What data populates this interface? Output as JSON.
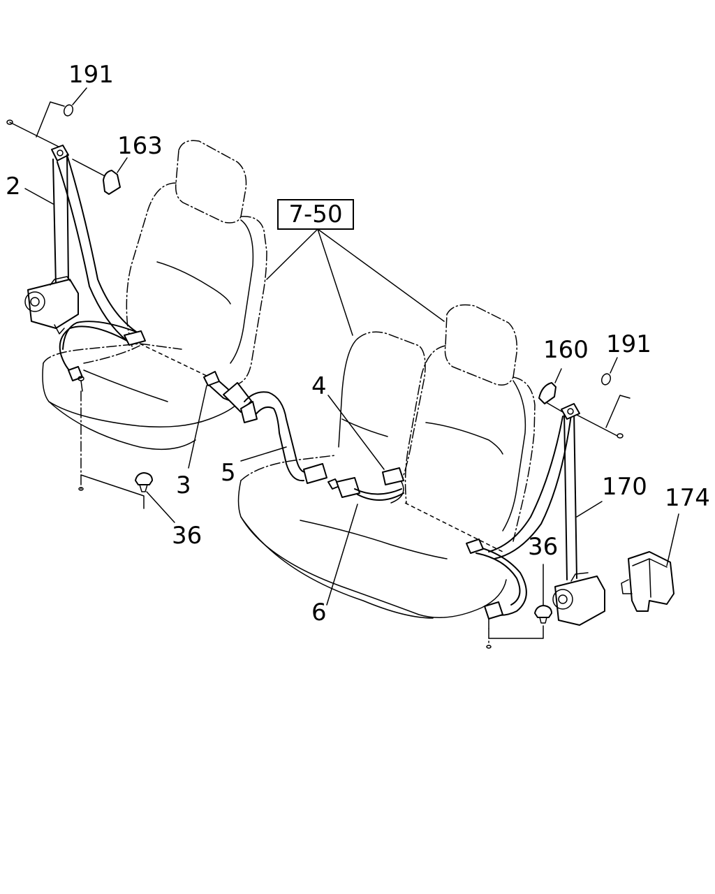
{
  "diagram": {
    "ref_box": "7-50",
    "callouts": {
      "c191_left": "191",
      "c163": "163",
      "c2": "2",
      "c3": "3",
      "c36_left": "36",
      "c5": "5",
      "c4": "4",
      "c6": "6",
      "c160": "160",
      "c191_right": "191",
      "c170": "170",
      "c174": "174",
      "c36_right": "36"
    }
  }
}
